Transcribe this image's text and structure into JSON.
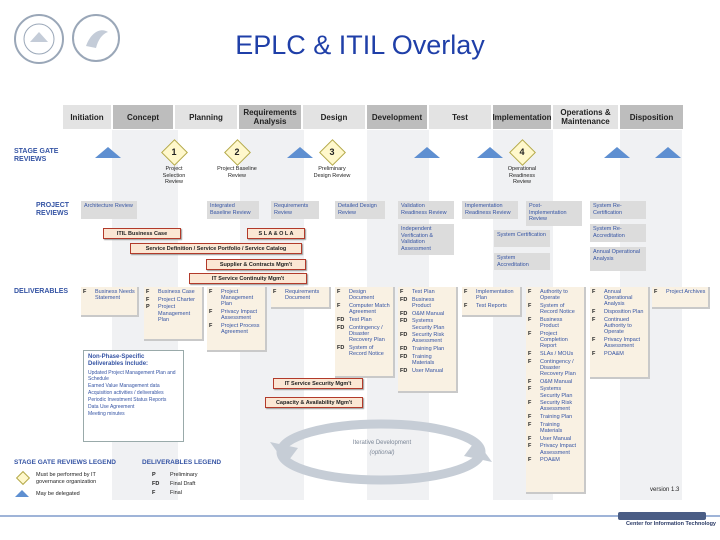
{
  "title": "EPLC & ITIL Overlay",
  "phases": [
    "Initiation",
    "Concept",
    "Planning",
    "Requirements Analysis",
    "Design",
    "Development",
    "Test",
    "Implementation",
    "Operations & Maintenance",
    "Disposition"
  ],
  "row_labels": {
    "stage_gate": "STAGE GATE REVIEWS",
    "project_reviews": "PROJECT REVIEWS",
    "deliverables": "DELIVERABLES"
  },
  "gate_reviews": [
    {
      "num": "1",
      "label": "Project Selection Review"
    },
    {
      "num": "2",
      "label": "Project Baseline Review"
    },
    {
      "num": "3",
      "label": "Preliminary Design Review"
    },
    {
      "num": "4",
      "label": "Operational Readiness Review"
    }
  ],
  "project_reviews": [
    "Architecture Review",
    "Integrated Baseline Review",
    "Requirements Review",
    "Detailed Design Review",
    "Validation Readiness Review",
    "Implementation Readiness Review",
    "Post-Implementation Review",
    "Independent Verification & Validation Assessment",
    "System Certification",
    "System Accreditation",
    "System Re-Certification",
    "System Re-Accreditation",
    "Annual Operational Analysis"
  ],
  "itil": {
    "business_case": "ITIL Business Case",
    "sla": "S L A  &  O L A",
    "service_definition": "Service Definition / Service Portfolio / Service Catalog",
    "supplier": "Supplier & Contracts Mgm't",
    "continuity": "IT Service Continuity Mgm't",
    "security": "IT Service  Security Mgm't",
    "capacity": "Capacity & Availability Mgm't"
  },
  "deliverables": {
    "initiation": [
      {
        "c": "F",
        "t": "Business Needs Statement"
      }
    ],
    "concept": [
      {
        "c": "F",
        "t": "Business Case"
      },
      {
        "c": "F",
        "t": "Project Charter"
      },
      {
        "c": "P",
        "t": "Project Management Plan"
      }
    ],
    "planning": [
      {
        "c": "F",
        "t": "Project Management Plan"
      },
      {
        "c": "F",
        "t": "Privacy Impact Assessment"
      },
      {
        "c": "F",
        "t": "Project Process Agreement"
      }
    ],
    "requirements": [
      {
        "c": "F",
        "t": "Requirements Document"
      }
    ],
    "design": [
      {
        "c": "F",
        "t": "Design Document"
      },
      {
        "c": "F",
        "t": "Computer Match Agreement"
      },
      {
        "c": "FD",
        "t": "Test Plan"
      },
      {
        "c": "FD",
        "t": "Contingency / Disaster Recovery Plan"
      },
      {
        "c": "FD",
        "t": "System of Record Notice"
      }
    ],
    "development": [
      {
        "c": "F",
        "t": "Test Plan"
      },
      {
        "c": "FD",
        "t": "Business Product"
      },
      {
        "c": "FD",
        "t": "O&M Manual"
      },
      {
        "c": "FD",
        "t": "Systems Security Plan"
      },
      {
        "c": "FD",
        "t": "Security Risk Assessment"
      },
      {
        "c": "FD",
        "t": "Training Plan"
      },
      {
        "c": "FD",
        "t": "Training Materials"
      },
      {
        "c": "FD",
        "t": "User Manual"
      }
    ],
    "test": [
      {
        "c": "F",
        "t": "Implementation Plan"
      },
      {
        "c": "F",
        "t": "Test Reports"
      }
    ],
    "implementation": [
      {
        "c": "F",
        "t": "Authority to Operate"
      },
      {
        "c": "F",
        "t": "System of Record Notice"
      },
      {
        "c": "F",
        "t": "Business Product"
      },
      {
        "c": "F",
        "t": "Project Completion Report"
      },
      {
        "c": "F",
        "t": "SLAs / MOUs"
      },
      {
        "c": "F",
        "t": "Contingency / Disaster Recovery Plan"
      },
      {
        "c": "F",
        "t": "O&M Manual"
      },
      {
        "c": "F",
        "t": "Systems Security Plan"
      },
      {
        "c": "F",
        "t": "Security Risk Assessment"
      },
      {
        "c": "F",
        "t": "Training Plan"
      },
      {
        "c": "F",
        "t": "Training Materials"
      },
      {
        "c": "F",
        "t": "User Manual"
      },
      {
        "c": "F",
        "t": "Privacy Impact Assessment"
      },
      {
        "c": "F",
        "t": "POA&M"
      }
    ],
    "operations": [
      {
        "c": "F",
        "t": "Annual Operational Analysis"
      },
      {
        "c": "F",
        "t": "Disposition Plan"
      },
      {
        "c": "F",
        "t": "Continued Authority to Operate"
      },
      {
        "c": "F",
        "t": "Privacy Impact Assessment"
      },
      {
        "c": "F",
        "t": "POA&M"
      }
    ],
    "disposition": [
      {
        "c": "F",
        "t": "Project Archives"
      }
    ]
  },
  "non_phase": {
    "title": "Non-Phase-Specific Deliverables Include:",
    "items": [
      "Updated Project Management Plan and Schedule",
      "Earned Value Management data",
      "Acquisition activities / deliverables",
      "Periodic Investment Status Reports",
      "Data Use Agreement",
      "Meeting minutes"
    ]
  },
  "iterative": {
    "label": "Iterative Development",
    "sub": "(optional)"
  },
  "legend": {
    "stage_title": "STAGE GATE REVIEWS LEGEND",
    "must": "Must be performed by IT governance organization",
    "delegated": "May be delegated",
    "deliv_title": "DELIVERABLES LEGEND",
    "codes": [
      {
        "c": "P",
        "t": "Preliminary"
      },
      {
        "c": "FD",
        "t": "Final Draft"
      },
      {
        "c": "F",
        "t": "Final"
      }
    ]
  },
  "version": "version 1.3",
  "footer_org": "Center for Information Technology",
  "colors": {
    "title": "#1f3fa8",
    "label": "#3554a4",
    "triangle": "#5e8fd1",
    "itil_border": "#b23a2a"
  }
}
